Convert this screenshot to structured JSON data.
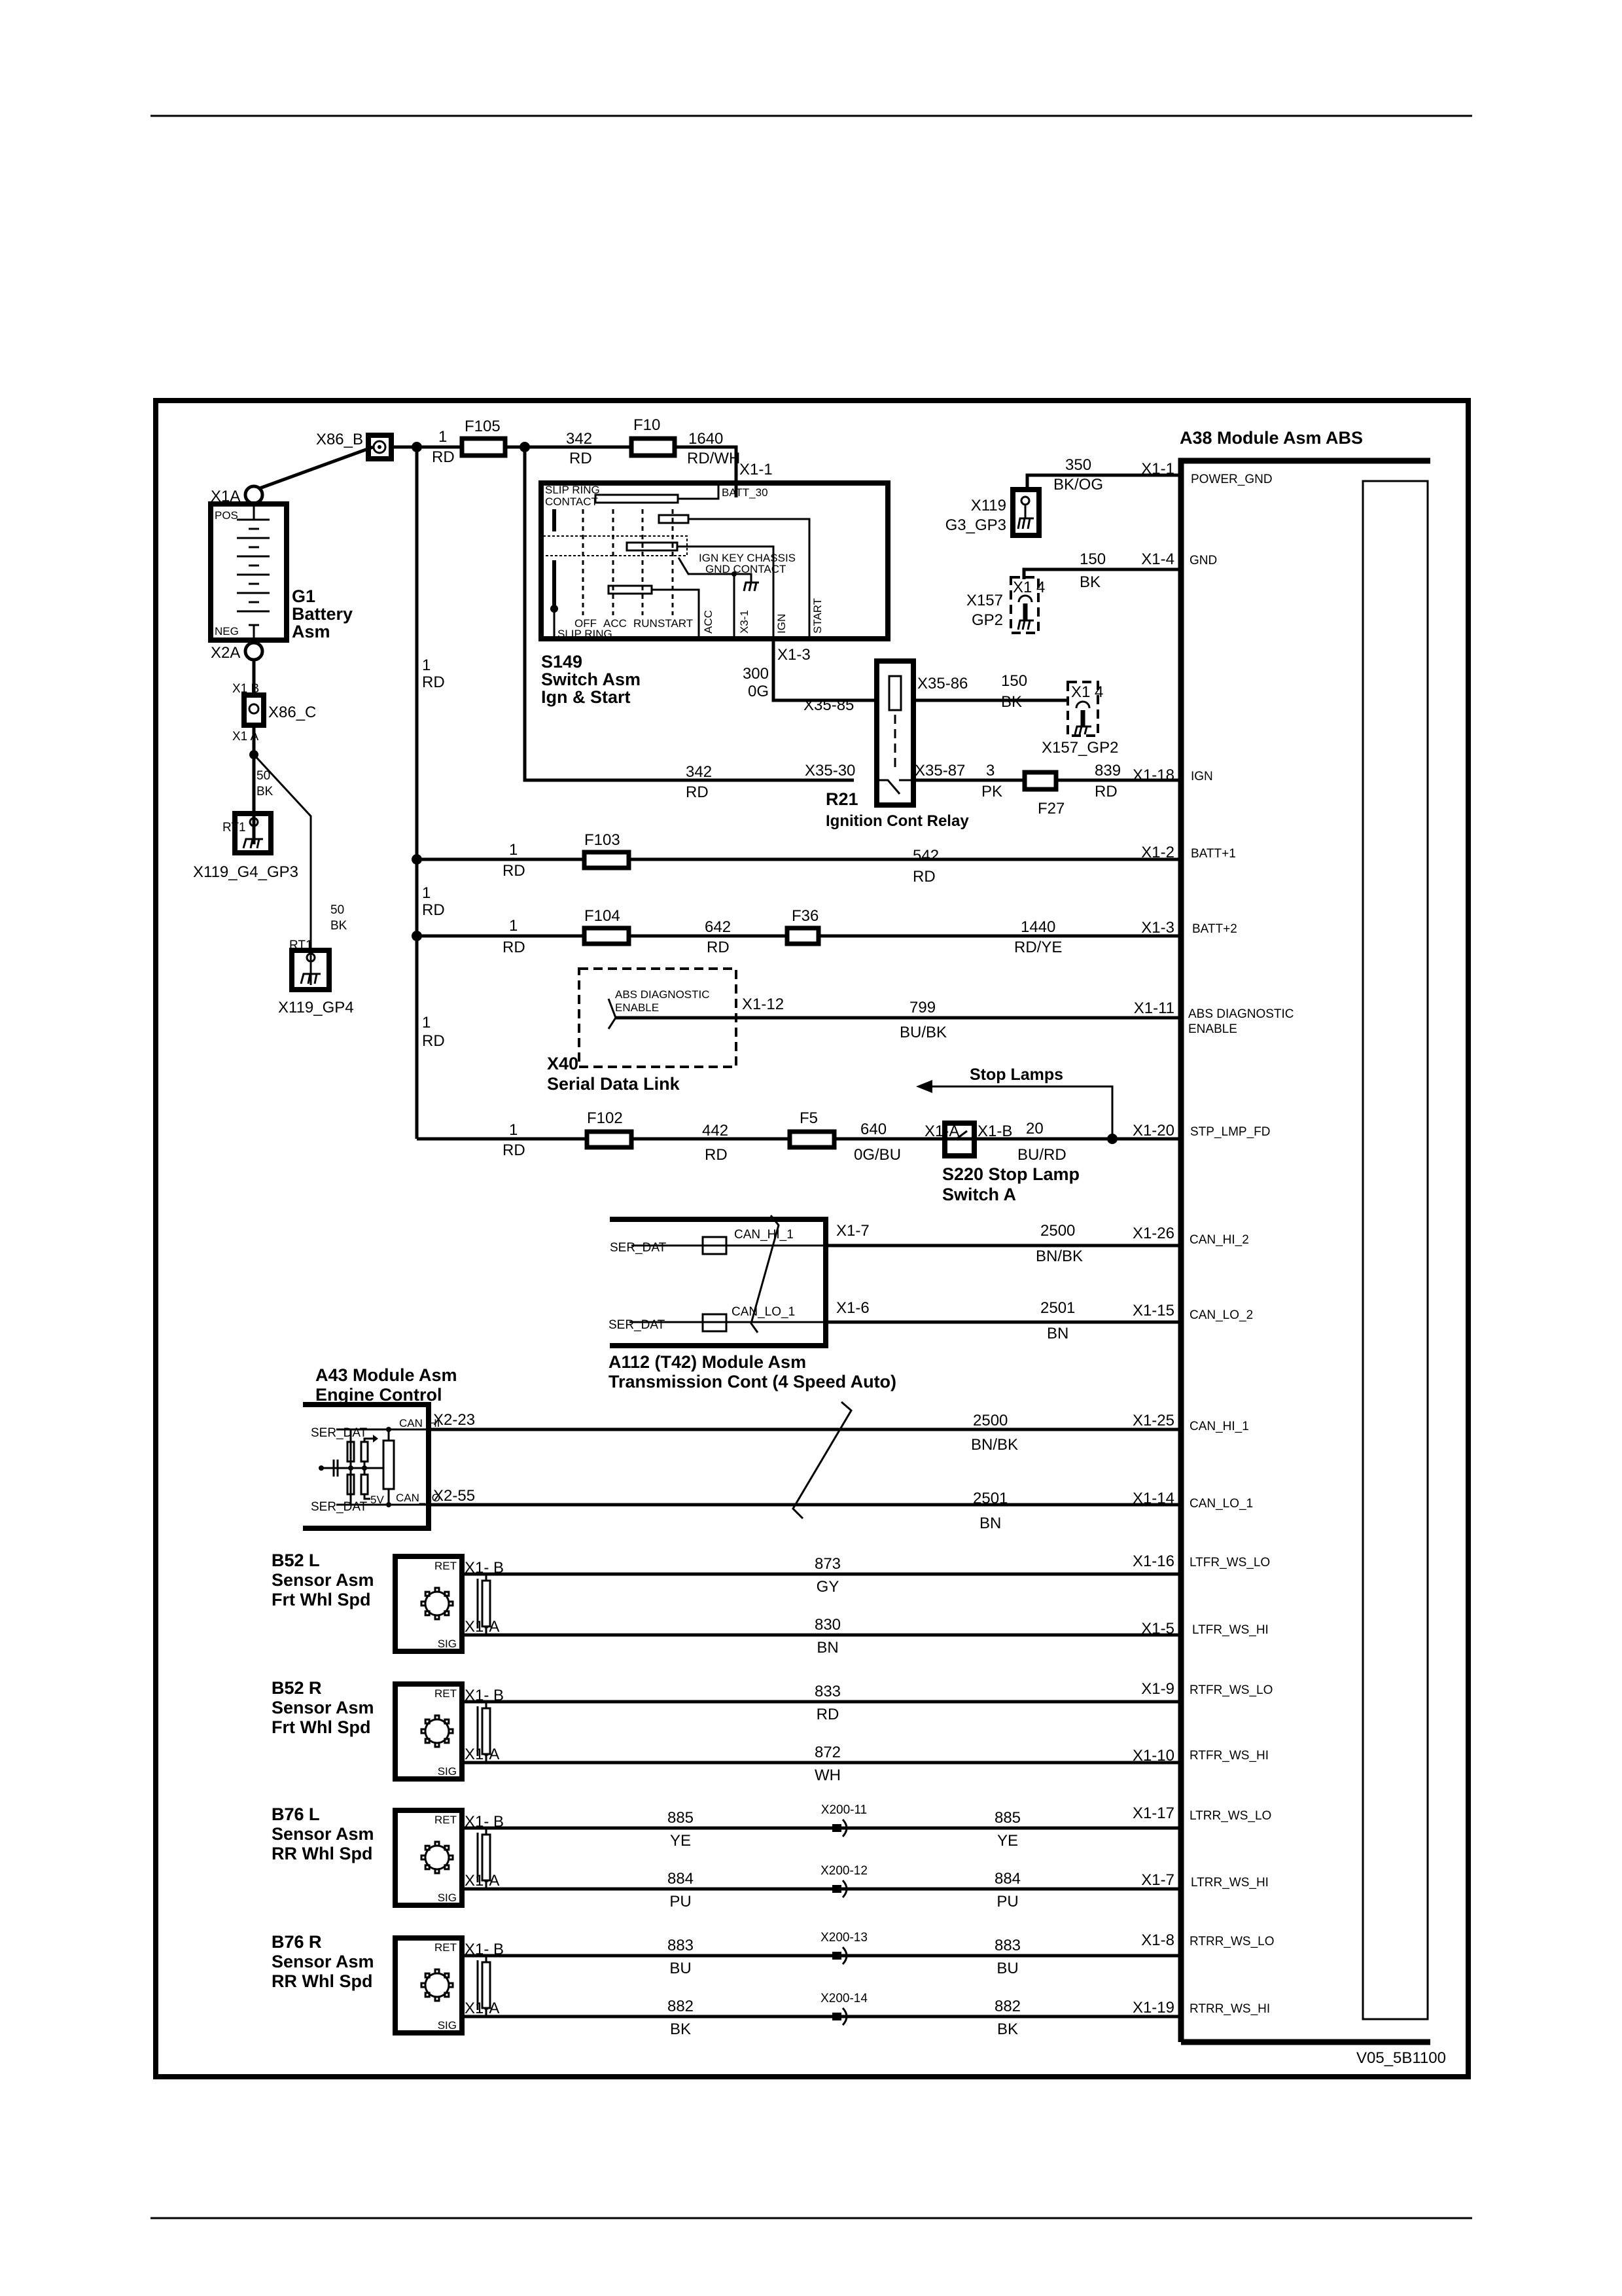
{
  "diagram_id": "V05_5B1100",
  "components": {
    "a38": {
      "title": "A38 Module Asm ABS"
    },
    "g1": {
      "ref": "G1",
      "name1": "Battery",
      "name2": "Asm",
      "pos": "POS",
      "neg": "NEG",
      "x1a": "X1A",
      "x2a": "X2A"
    },
    "x86b": "X86_B",
    "x86c": {
      "label": "X86_C",
      "top": "X1 B",
      "bottom": "X1 A"
    },
    "s149": {
      "ref": "S149",
      "name1": "Switch Asm",
      "name2": "Ign & Start",
      "slip_ring_contact_1": "SLIP RING",
      "slip_ring_contact_2": "CONTACT",
      "positions": [
        "OFF",
        "ACC",
        "RUN",
        "START"
      ],
      "slip_ring": "SLIP  RING",
      "batt30": "BATT_30",
      "ign_key_1": "IGN KEY CHASSIS",
      "ign_key_2": "GND CONTACT",
      "pins": [
        "ACC",
        "X3-1",
        "IGN",
        "START"
      ],
      "x1_1": "X1-1",
      "x1_3": "X1-3"
    },
    "r21": {
      "ref": "R21",
      "name": "Ignition Cont Relay",
      "p85": "X35-85",
      "p86": "X35-86",
      "p30": "X35-30",
      "p87": "X35-87"
    },
    "x40": {
      "ref": "X40",
      "name": "Serial Data Link",
      "inner1": "ABS DIAGNOSTIC",
      "inner2": "ENABLE",
      "pin": "X1-12"
    },
    "s220": {
      "name1": "S220 Stop Lamp",
      "name2": "Switch A",
      "pa": "X1-A",
      "pb": "X1-B"
    },
    "stop_lamps": "Stop Lamps",
    "a112": {
      "name1": "A112 (T42) Module Asm",
      "name2": "Transmission  Cont (4 Speed Auto)",
      "ser1": "SER_DAT",
      "ser2": "SER_DAT",
      "can_hi": "CAN_HI_1",
      "can_lo": "CAN_LO_1",
      "p_hi": "X1-7",
      "p_lo": "X1-6"
    },
    "a43": {
      "name1": "A43 Module Asm",
      "name2": "Engine Control",
      "ser1": "SER_DAT",
      "ser2": "SER_DAT",
      "can_hi": "CAN_HI",
      "can_lo": "CAN_LO",
      "v5": "5V",
      "p_hi": "X2-23",
      "p_lo": "X2-55"
    },
    "grounds": {
      "x119_g3": {
        "l1": "X119",
        "l2": "G3_GP3"
      },
      "x157_gp2": {
        "l1": "X157",
        "l2": "GP2",
        "pin": "X1 4"
      },
      "x157_gp2b": {
        "label": "X157_GP2",
        "pin": "X1 4"
      },
      "x119_g4": {
        "label": "X119_G4_GP3",
        "rt": "RT1"
      },
      "x119_gp4": {
        "label": "X119_GP4",
        "rt": "RT1"
      }
    },
    "sensors": [
      {
        "ref": "B52 L",
        "name1": "Sensor Asm",
        "name2": "Frt Whl Spd",
        "ret": "RET",
        "sig": "SIG",
        "pb": "X1- B",
        "pa": "X1-A"
      },
      {
        "ref": "B52 R",
        "name1": "Sensor Asm",
        "name2": "Frt Whl Spd",
        "ret": "RET",
        "sig": "SIG",
        "pb": "X1- B",
        "pa": "X1-A"
      },
      {
        "ref": "B76 L",
        "name1": "Sensor Asm",
        "name2": "RR Whl Spd",
        "ret": "RET",
        "sig": "SIG",
        "pb": "X1- B",
        "pa": "X1-A"
      },
      {
        "ref": "B76 R",
        "name1": "Sensor Asm",
        "name2": "RR Whl Spd",
        "ret": "RET",
        "sig": "SIG",
        "pb": "X1- B",
        "pa": "X1-A"
      }
    ]
  },
  "fuses": {
    "f105": "F105",
    "f10": "F10",
    "f103": "F103",
    "f104": "F104",
    "f36": "F36",
    "f102": "F102",
    "f5": "F5",
    "f27": "F27"
  },
  "wires": {
    "w_1_top": {
      "num": "1",
      "color": "RD"
    },
    "w_342_top": {
      "num": "342",
      "color": "RD"
    },
    "w_1640": {
      "num": "1640",
      "color": "RD/WH"
    },
    "w_1_v1": {
      "num": "1",
      "color": "RD"
    },
    "w_1_v2": {
      "num": "1",
      "color": "RD"
    },
    "w_1_v3": {
      "num": "1",
      "color": "RD"
    },
    "w_50a": {
      "num": "50",
      "color": "BK"
    },
    "w_50b": {
      "num": "50",
      "color": "BK"
    },
    "w_350": {
      "num": "350",
      "color": "BK/OG"
    },
    "w_150a": {
      "num": "150",
      "color": "BK"
    },
    "w_300": {
      "num": "300",
      "color": "0G"
    },
    "w_150b": {
      "num": "150",
      "color": "BK"
    },
    "w_342b": {
      "num": "342",
      "color": "RD"
    },
    "w_3": {
      "num": "3",
      "color": "PK"
    },
    "w_839": {
      "num": "839",
      "color": "RD"
    },
    "w_1_f103": {
      "num": "1",
      "color": "RD"
    },
    "w_542": {
      "num": "542",
      "color": "RD"
    },
    "w_1_f104": {
      "num": "1",
      "color": "RD"
    },
    "w_642": {
      "num": "642",
      "color": "RD"
    },
    "w_1440": {
      "num": "1440",
      "color": "RD/YE"
    },
    "w_799": {
      "num": "799",
      "color": "BU/BK"
    },
    "w_1_f102": {
      "num": "1",
      "color": "RD"
    },
    "w_442": {
      "num": "442",
      "color": "RD"
    },
    "w_640": {
      "num": "640",
      "color": "0G/BU"
    },
    "w_20": {
      "num": "20",
      "color": "BU/RD"
    },
    "w_2500a": {
      "num": "2500",
      "color": "BN/BK"
    },
    "w_2501a": {
      "num": "2501",
      "color": "BN"
    },
    "w_2500b": {
      "num": "2500",
      "color": "BN/BK"
    },
    "w_2501b": {
      "num": "2501",
      "color": "BN"
    },
    "w_873": {
      "num": "873",
      "color": "GY"
    },
    "w_830": {
      "num": "830",
      "color": "BN"
    },
    "w_833": {
      "num": "833",
      "color": "RD"
    },
    "w_872": {
      "num": "872",
      "color": "WH"
    },
    "w_885a": {
      "num": "885",
      "color": "YE"
    },
    "w_885b": {
      "num": "885",
      "color": "YE"
    },
    "w_884a": {
      "num": "884",
      "color": "PU"
    },
    "w_884b": {
      "num": "884",
      "color": "PU"
    },
    "w_883a": {
      "num": "883",
      "color": "BU"
    },
    "w_883b": {
      "num": "883",
      "color": "BU"
    },
    "w_882a": {
      "num": "882",
      "color": "BK"
    },
    "w_882b": {
      "num": "882",
      "color": "BK"
    }
  },
  "inline_connectors": [
    "X200-11",
    "X200-12",
    "X200-13",
    "X200-14"
  ],
  "a38_pins": [
    {
      "pin": "X1-1",
      "signal": "POWER_GND"
    },
    {
      "pin": "X1-4",
      "signal": "GND"
    },
    {
      "pin": "X1-18",
      "signal": "IGN"
    },
    {
      "pin": "X1-2",
      "signal": "BATT+1"
    },
    {
      "pin": "X1-3",
      "signal": "BATT+2"
    },
    {
      "pin": "X1-11",
      "signal": "ABS DIAGNOSTIC",
      "signal2": "ENABLE"
    },
    {
      "pin": "X1-20",
      "signal": "STP_LMP_FD"
    },
    {
      "pin": "X1-26",
      "signal": "CAN_HI_2"
    },
    {
      "pin": "X1-15",
      "signal": "CAN_LO_2"
    },
    {
      "pin": "X1-25",
      "signal": "CAN_HI_1"
    },
    {
      "pin": "X1-14",
      "signal": "CAN_LO_1"
    },
    {
      "pin": "X1-16",
      "signal": "LTFR_WS_LO"
    },
    {
      "pin": "X1-5",
      "signal": "LTFR_WS_HI"
    },
    {
      "pin": "X1-9",
      "signal": "RTFR_WS_LO"
    },
    {
      "pin": "X1-10",
      "signal": "RTFR_WS_HI"
    },
    {
      "pin": "X1-17",
      "signal": "LTRR_WS_LO"
    },
    {
      "pin": "X1-7",
      "signal": "LTRR_WS_HI"
    },
    {
      "pin": "X1-8",
      "signal": "RTRR_WS_LO"
    },
    {
      "pin": "X1-19",
      "signal": "RTRR_WS_HI"
    }
  ]
}
